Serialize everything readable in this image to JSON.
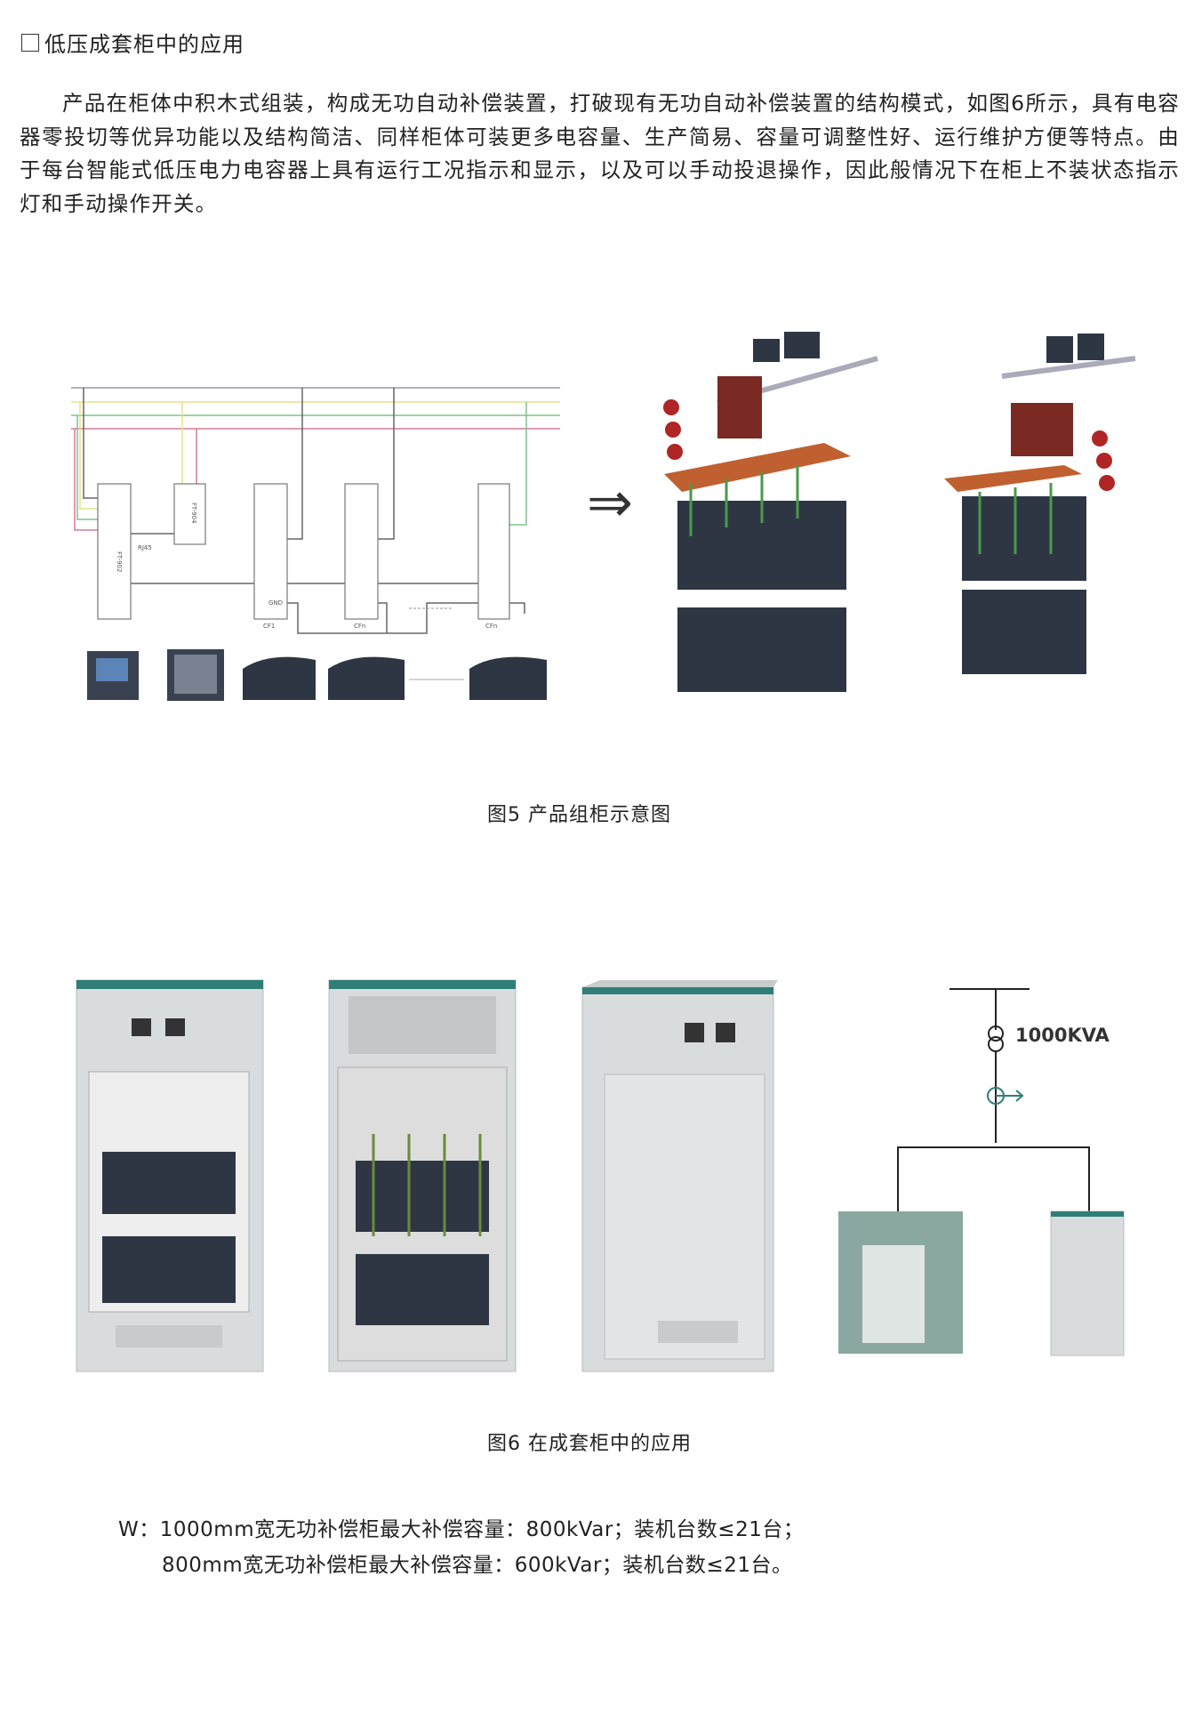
{
  "section": {
    "title": "低压成套柜中的应用",
    "paragraph": "产品在柜体中积木式组装，构成无功自动补偿装置，打破现有无功自动补偿装置的结构模式，如图6所示，具有电容器零投切等优异功能以及结构简洁、同样柜体可装更多电容量、生产简易、容量可调整性好、运行维护方便等特点。由于每台智能式低压电力电容器上具有运行工况指示和显示，以及可以手动投退操作，因此般情况下在柜上不装状态指示灯和手动操作开关。"
  },
  "figure5": {
    "caption": "图5 产品组柜示意图",
    "schematic_labels": {
      "controller": "FT-902",
      "module": "FT-904",
      "rj45": "RJ45",
      "cf1": "CF1",
      "cfn": "CFn",
      "cfx": "CFn",
      "gnd": "GND"
    },
    "arrow_symbol": "⇒"
  },
  "figure6": {
    "caption": "图6 在成套柜中的应用",
    "transformer_label": "1000KVA"
  },
  "specs": {
    "prefix": "W：",
    "line1": "1000mm宽无功补偿柜最大补偿容量：800kVar；装机台数≤21台；",
    "line2": "800mm宽无功补偿柜最大补偿容量：600kVar；装机台数≤21台。"
  },
  "colors": {
    "bus_yellow": "#e8e08a",
    "bus_green": "#7fc48a",
    "bus_red": "#d77a8e",
    "cabinet_gray": "#d9dcdc",
    "cabinet_teal": "#2f7f78",
    "capacitor": "#2e3644"
  }
}
